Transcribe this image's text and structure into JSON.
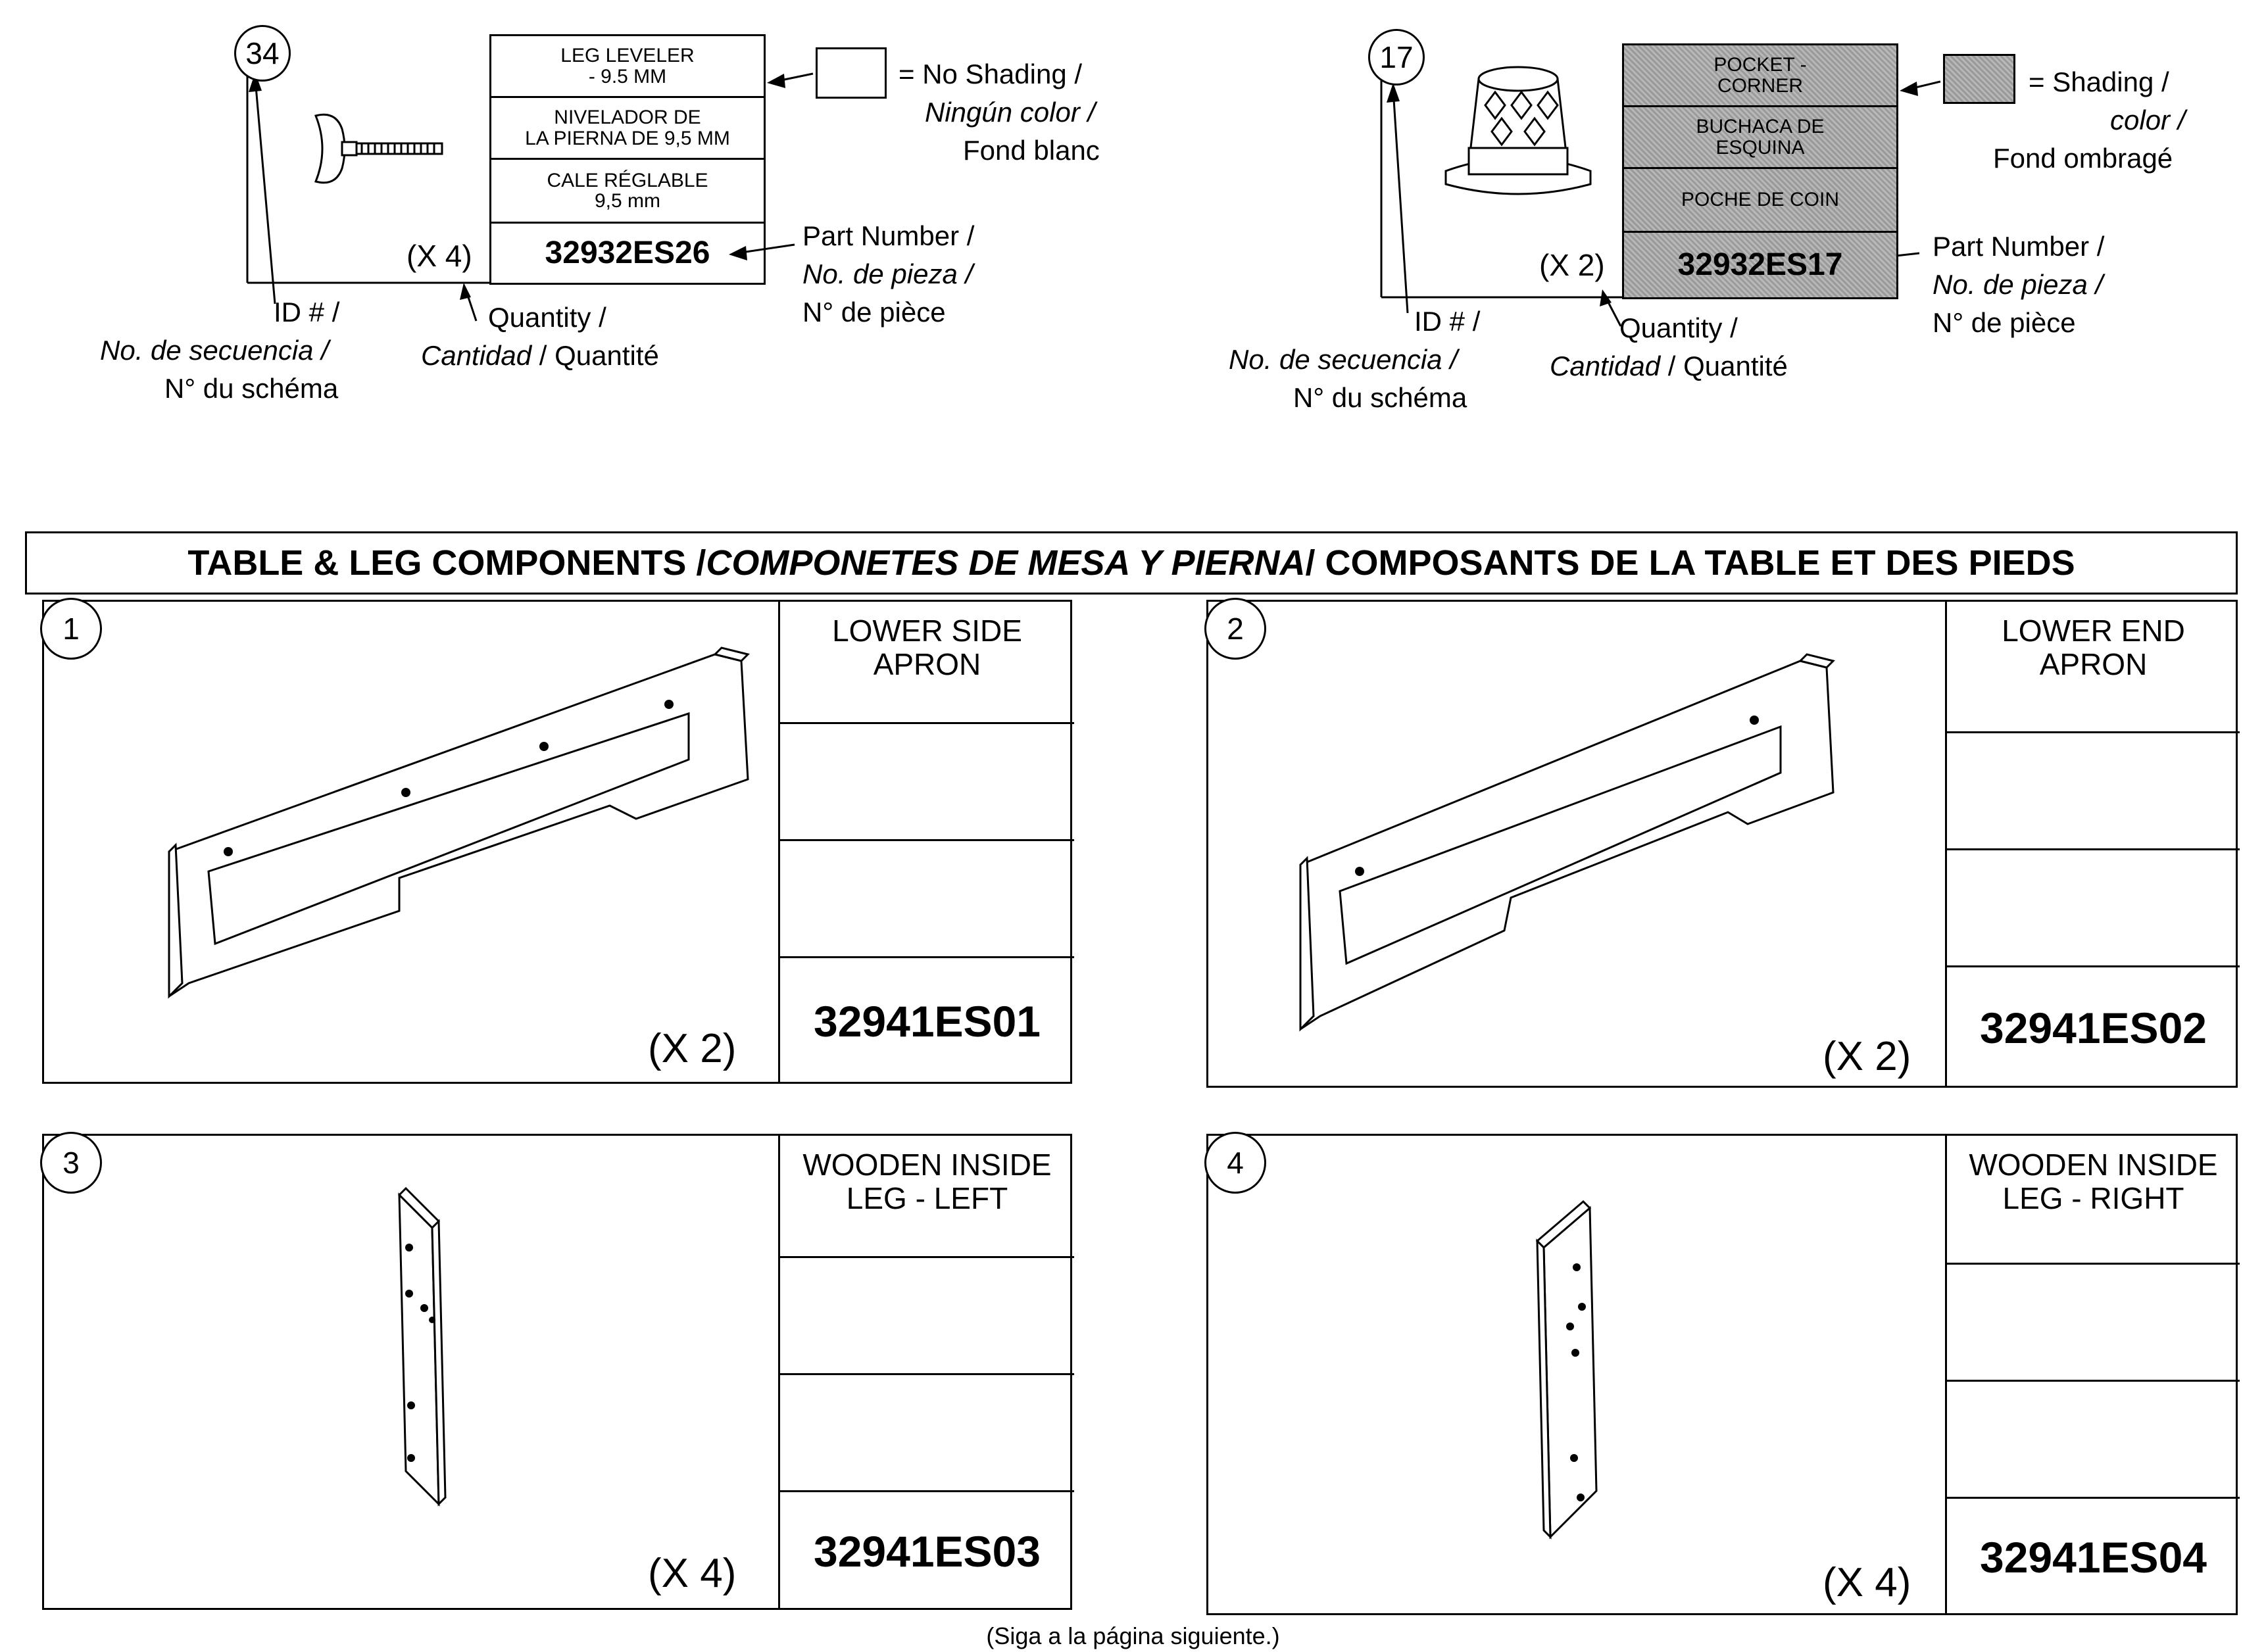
{
  "legend_example_1": {
    "id": "34",
    "labels": [
      "LEG LEVELER\n- 9.5 MM",
      "NIVELADOR DE\nLA PIERNA DE 9,5 MM",
      "CALE RÉGLABLE\n9,5 mm"
    ],
    "quantity": "(X 4)",
    "part_number": "32932ES26",
    "swatch": {
      "line1": "= No Shading /",
      "line2": "Ningún color /",
      "line3": "Fond blanc"
    },
    "part_number_caption": {
      "line1": "Part Number /",
      "line2": "No. de pieza /",
      "line3": "N° de pièce"
    },
    "id_caption": {
      "line1": "ID # /",
      "line2": "No. de secuencia /",
      "line3": "N° du schéma"
    },
    "quantity_caption": {
      "line1": "Quantity /",
      "line2_italic": "Cantidad",
      "line2_rest": " / Quantité"
    }
  },
  "legend_example_2": {
    "id": "17",
    "labels": [
      "POCKET -\nCORNER",
      "BUCHACA DE\nESQUINA",
      "POCHE DE COIN"
    ],
    "quantity": "(X 2)",
    "part_number": "32932ES17",
    "swatch": {
      "line1": "= Shading /",
      "line2": "color /",
      "line3": "Fond ombragé"
    },
    "part_number_caption": {
      "line1": "Part Number /",
      "line2": "No. de pieza /",
      "line3": "N° de pièce"
    },
    "id_caption": {
      "line1": "ID # /",
      "line2": "No. de secuencia /",
      "line3": "N° du schéma"
    },
    "quantity_caption": {
      "line1": "Quantity /",
      "line2_italic": "Cantidad",
      "line2_rest": " / Quantité"
    }
  },
  "section_title": {
    "en": "TABLE & LEG COMPONENTS / ",
    "es": "COMPONETES DE MESA Y PIERNA",
    "fr": " / COMPOSANTS DE LA TABLE ET DES PIEDS"
  },
  "components": [
    {
      "id": "1",
      "name": "LOWER SIDE\nAPRON",
      "quantity": "(X 2)",
      "part_number": "32941ES01"
    },
    {
      "id": "2",
      "name": "LOWER END\nAPRON",
      "quantity": "(X 2)",
      "part_number": "32941ES02"
    },
    {
      "id": "3",
      "name": "WOODEN INSIDE\nLEG - LEFT",
      "quantity": "(X 4)",
      "part_number": "32941ES03"
    },
    {
      "id": "4",
      "name": "WOODEN INSIDE\nLEG - RIGHT",
      "quantity": "(X 4)",
      "part_number": "32941ES04"
    }
  ],
  "footer": "(Siga a la página siguiente.)",
  "colors": {
    "shading": "#a8a8a8",
    "line": "#000000",
    "background": "#ffffff"
  }
}
